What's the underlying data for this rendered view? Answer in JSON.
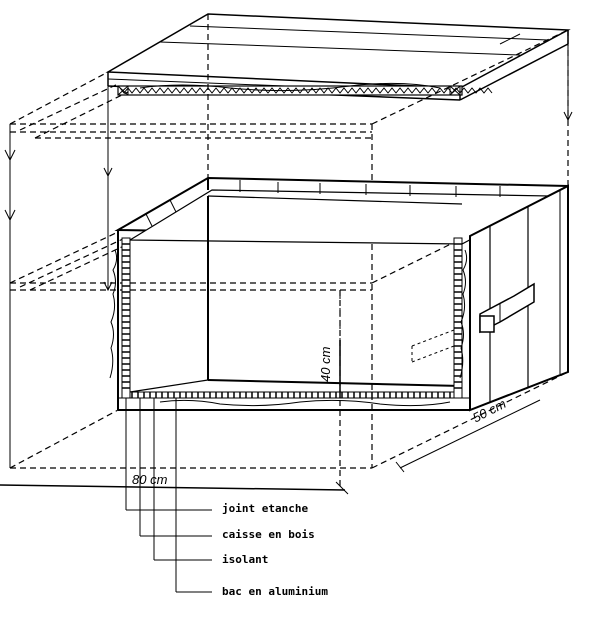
{
  "diagram": {
    "type": "exploded isometric technical drawing",
    "subject": "insulated wooden box with lid",
    "dimensions": {
      "width": "80 cm",
      "height": "40 cm",
      "depth": "50 cm"
    },
    "legend": [
      {
        "label": "joint etanche"
      },
      {
        "label": "caisse en bois"
      },
      {
        "label": "isolant"
      },
      {
        "label": "bac en aluminium"
      }
    ],
    "colors": {
      "ink": "#000000",
      "paper": "#ffffff"
    }
  }
}
